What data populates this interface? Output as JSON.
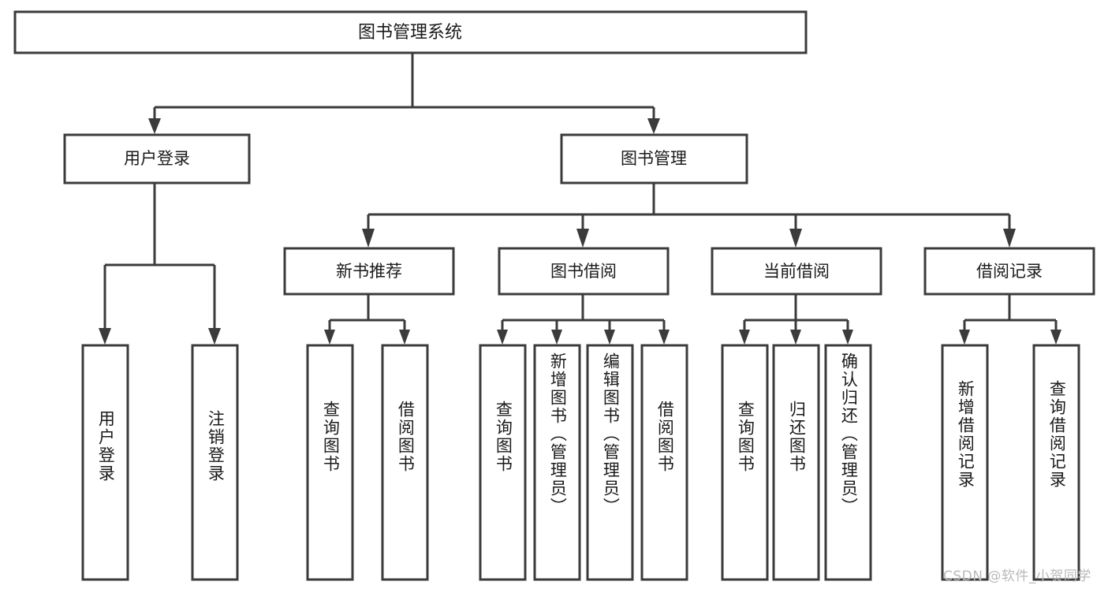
{
  "diagram": {
    "title": "图书管理系统",
    "type": "tree-hierarchy-chart",
    "root": {
      "label": "图书管理系统"
    },
    "level2": [
      {
        "label": "用户登录"
      },
      {
        "label": "图书管理"
      }
    ],
    "level3": [
      {
        "label": "新书推荐"
      },
      {
        "label": "图书借阅"
      },
      {
        "label": "当前借阅"
      },
      {
        "label": "借阅记录"
      }
    ],
    "leaves": {
      "user_login": [
        {
          "label": "用户登录"
        },
        {
          "label": "注销登录"
        }
      ],
      "new_book_recommend": [
        {
          "label": "查询图书"
        },
        {
          "label": "借阅图书"
        }
      ],
      "book_borrow": [
        {
          "label": "查询图书"
        },
        {
          "label": "新增图书（管理员）"
        },
        {
          "label": "编辑图书（管理员）"
        },
        {
          "label": "借阅图书"
        }
      ],
      "current_borrow": [
        {
          "label": "查询图书"
        },
        {
          "label": "归还图书"
        },
        {
          "label": "确认归还（管理员）"
        }
      ],
      "borrow_record": [
        {
          "label": "新增借阅记录"
        },
        {
          "label": "查询借阅记录"
        }
      ]
    }
  },
  "watermark": {
    "text": "CSDN @软件_小贺同学"
  },
  "colors": {
    "stroke": "#3b3b3b",
    "fill": "#ffffff",
    "text": "#1a1a1a",
    "watermark": "#b9b9b9"
  }
}
